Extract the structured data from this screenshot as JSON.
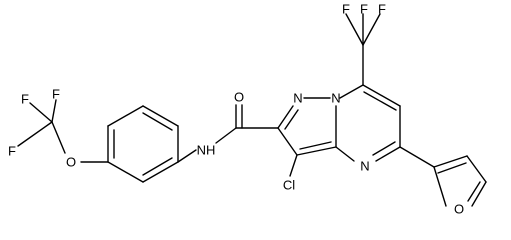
{
  "molecule": {
    "atoms": {
      "F_top_left": "F",
      "F_top_mid": "F",
      "F_top_right": "F",
      "F_left_top": "F",
      "F_left_mid": "F",
      "F_left_bot": "F",
      "O_ether": "O",
      "O_carbonyl": "O",
      "N_amide": "NH",
      "N_pyrazole": "N",
      "N_bridge": "N",
      "N_pyrimidine": "N",
      "Cl": "Cl",
      "O_furan": "O"
    }
  }
}
